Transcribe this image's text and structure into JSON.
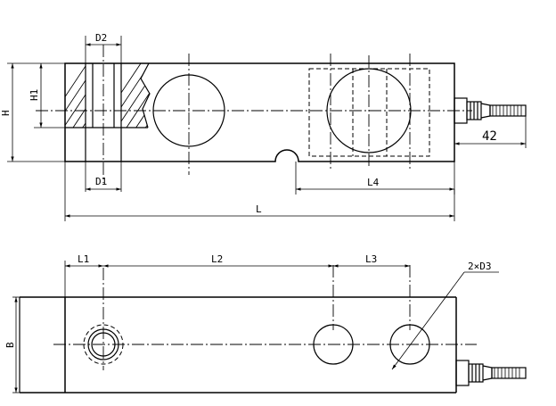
{
  "dimensions": {
    "d2": "D2",
    "h1": "H1",
    "h": "H",
    "d1": "D1",
    "l4": "L4",
    "l": "L",
    "cable_length": "42",
    "l1": "L1",
    "l2": "L2",
    "l3": "L3",
    "two_d3": "2×D3",
    "b": "B"
  }
}
